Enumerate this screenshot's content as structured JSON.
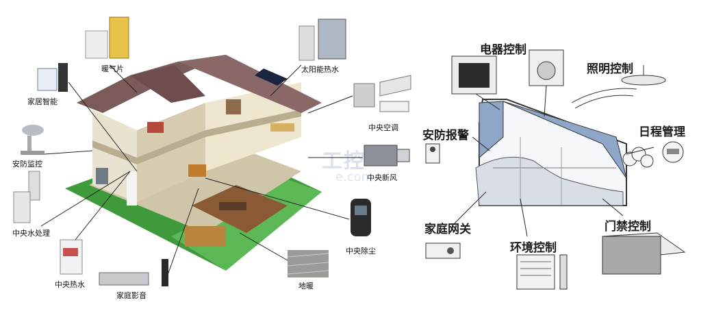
{
  "left_labels": {
    "radiator": "暖气片",
    "solar_water": "太阳能热水",
    "smart_home": "家居智能",
    "central_ac": "中央空调",
    "security": "安防监控",
    "fresh_air": "中央新风",
    "water_treatment": "中央水处理",
    "vacuum": "中央除尘",
    "water_heater": "中央热水",
    "home_theater": "家庭影音",
    "floor_heating": "地暖"
  },
  "right_labels": {
    "appliance": "电器控制",
    "lighting": "照明控制",
    "security_alarm": "安防报警",
    "schedule": "日程管理",
    "gateway": "家庭网关",
    "environment": "环境控制",
    "access": "门禁控制"
  },
  "watermark": {
    "main": "工控",
    "sub": "e.com"
  }
}
